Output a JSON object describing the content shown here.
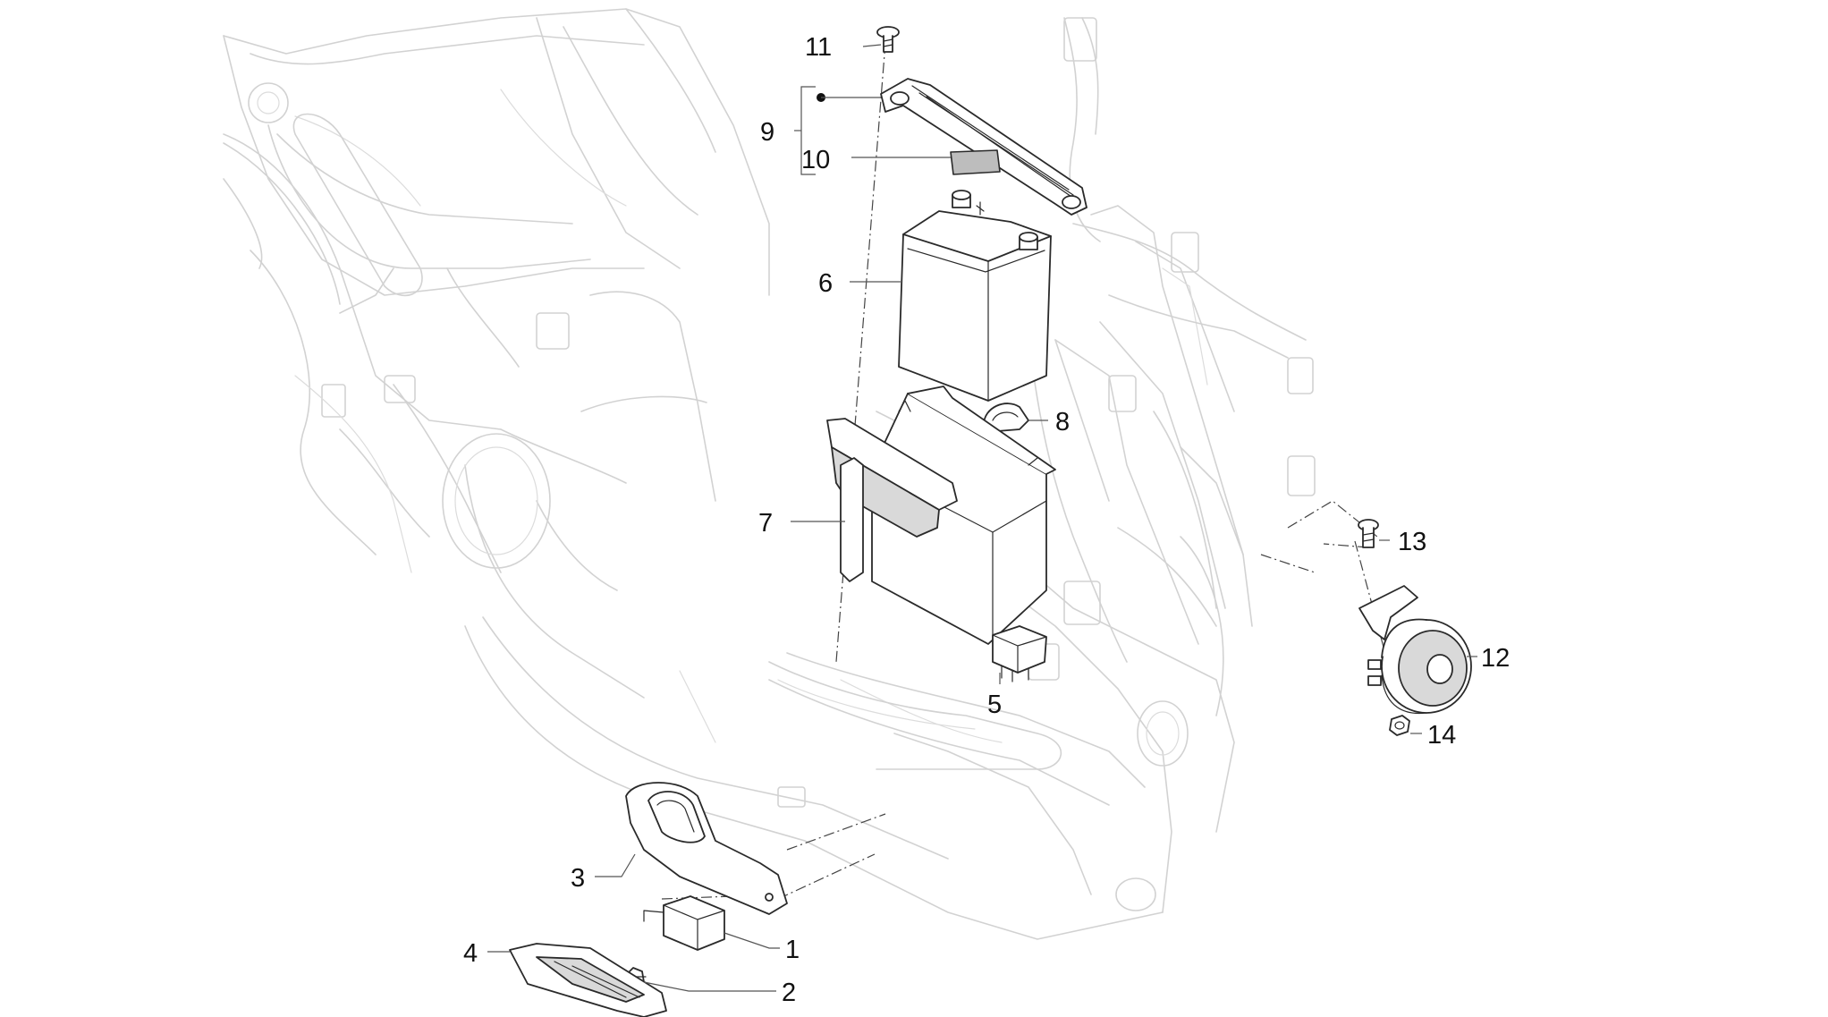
{
  "callouts": [
    {
      "number": "1"
    },
    {
      "number": "2"
    },
    {
      "number": "3"
    },
    {
      "number": "4"
    },
    {
      "number": "5"
    },
    {
      "number": "6"
    },
    {
      "number": "7"
    },
    {
      "number": "8"
    },
    {
      "number": "9"
    },
    {
      "number": "10"
    },
    {
      "number": "11"
    },
    {
      "number": "12"
    },
    {
      "number": "13"
    },
    {
      "number": "14"
    }
  ],
  "colors": {
    "part_outline": "#2a2a2a",
    "frame_outline": "#d2d2d2",
    "shading": "#d9d9d9",
    "background": "#ffffff"
  }
}
